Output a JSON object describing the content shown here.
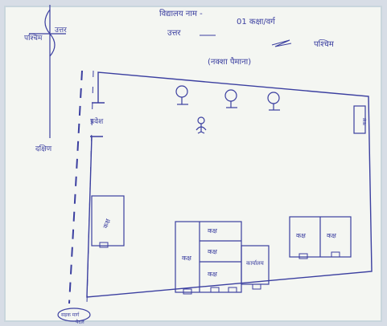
{
  "colors": {
    "ink": "#3b3fa0",
    "paper": "#f4f6f2",
    "border": "#c9d6dd"
  },
  "header": {
    "line1_left": "विद्यालय नाम -",
    "line1_right": "01 कक्षा/वर्ग",
    "line2_left": "उत्तर",
    "line2_right": "पश्चिम",
    "line3": "(नक्शा पैमाना)"
  },
  "compass": {
    "north": "उत्तर",
    "west": "पश्चिम",
    "south": "दक्षिण"
  },
  "labels": {
    "gate": "प्रवेश",
    "right_room": "कक्ष",
    "left_room": "कक्ष",
    "room_a": "कक्ष",
    "room_b": "कक्ष",
    "room_c": "कक्ष",
    "room_d": "कक्ष",
    "office": "कार्यालय",
    "room_e": "कक्ष",
    "room_f": "कक्ष",
    "corner": "सड़क मार्ग",
    "corner2": "पैदल"
  },
  "icons": {
    "tree": "tree-icon",
    "person": "person-icon",
    "compass": "compass-icon"
  }
}
